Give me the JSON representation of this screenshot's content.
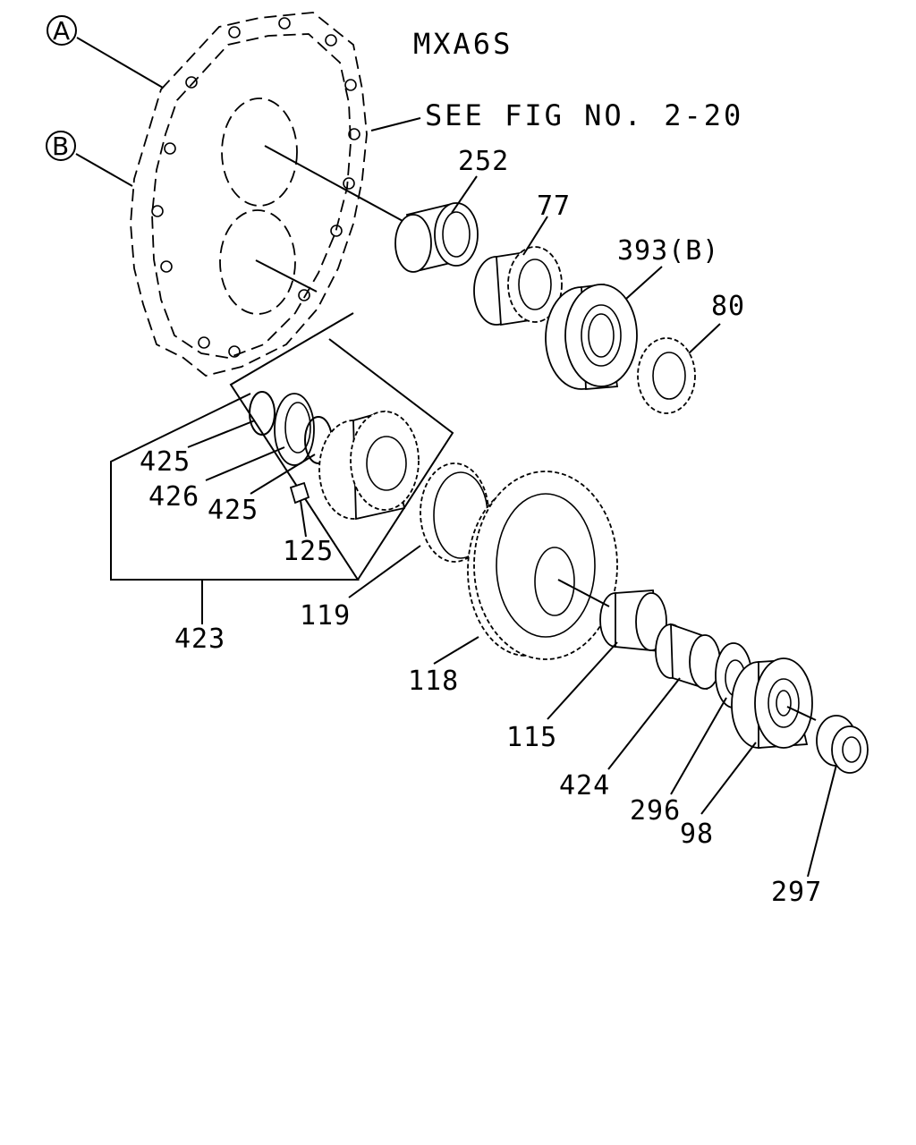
{
  "header": {
    "model": "MXA6S",
    "reference": "SEE FIG NO. 2-20"
  },
  "callouts": {
    "a": "A",
    "b": "B"
  },
  "parts": {
    "p252": "252",
    "p77": "77",
    "p393": "393(B)",
    "p80": "80",
    "p425a": "425",
    "p426": "426",
    "p425b": "425",
    "p125": "125",
    "p423": "423",
    "p119": "119",
    "p118": "118",
    "p115": "115",
    "p424": "424",
    "p296": "296",
    "p98": "98",
    "p297": "297"
  }
}
